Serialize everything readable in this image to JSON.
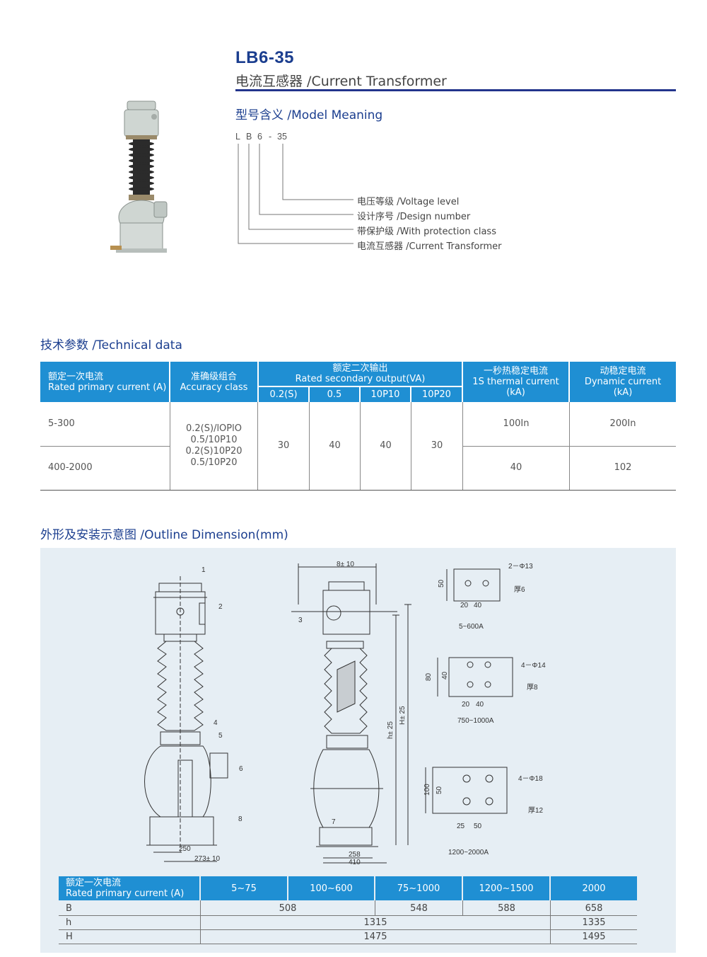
{
  "header": {
    "title": "LB6-35",
    "subtitle": "电流互感器 /Current Transformer"
  },
  "model_meaning": {
    "heading": "型号含义 /Model Meaning",
    "code": [
      "L",
      "B",
      "6",
      "-",
      "35"
    ],
    "items": [
      "电压等级 /Voltage level",
      "设计序号 /Design number",
      "带保护级 /With protection class",
      "电流互感器 /Current Transformer"
    ]
  },
  "technical_data": {
    "heading": "技术参数 /Technical data",
    "headers": {
      "rated_primary": [
        "额定一次电流",
        "Rated primary current (A)"
      ],
      "accuracy": [
        "准确级组合",
        "Accuracy class"
      ],
      "secondary_output": [
        "额定二次输出",
        "Rated secondary output(VA)"
      ],
      "output_classes": [
        "0.2(S)",
        "0.5",
        "10P10",
        "10P20"
      ],
      "thermal": [
        "一秒热稳定电流",
        "1S thermal current",
        "(kA)"
      ],
      "dynamic": [
        "动稳定电流",
        "Dynamic current",
        "(kA)"
      ]
    },
    "rows": [
      {
        "current": "5-300",
        "thermal": "100In",
        "dynamic": "200In"
      },
      {
        "current": "400-2000",
        "thermal": "40",
        "dynamic": "102"
      }
    ],
    "accuracy_values": [
      "0.2(S)/lOPlO",
      "0.5/10P10",
      "0.2(S)10P20",
      "0.5/10P20"
    ],
    "outputs": [
      "30",
      "40",
      "40",
      "30"
    ]
  },
  "outline": {
    "heading": "外形及安装示意图 /Outline Dimension(mm)",
    "labels": {
      "n1": "1",
      "n2": "2",
      "n3": "3",
      "n4": "4",
      "n5": "5",
      "n6": "6",
      "n7": "7",
      "n8": "8",
      "d250": "250",
      "d273": "273± 10",
      "d8": "8± 10",
      "d258": "258",
      "d410": "410",
      "h": "h± 25",
      "H": "H± 25",
      "t1_hole": "2－Φ13",
      "t1_thk": "厚6",
      "t1_50": "50",
      "t1_20": "20",
      "t1_40": "40",
      "t1_cap": "5~600A",
      "t2_hole": "4－Φ14",
      "t2_thk": "厚8",
      "t2_80": "80",
      "t2_40v": "40",
      "t2_20": "20",
      "t2_40": "40",
      "t2_cap": "750~1000A",
      "t3_hole": "4－Φ18",
      "t3_thk": "厚12",
      "t3_100": "100",
      "t3_50v": "50",
      "t3_25": "25",
      "t3_50": "50",
      "t3_cap": "1200~2000A"
    }
  },
  "dimension_table": {
    "header_label": [
      "额定一次电流",
      "Rated primary current (A)"
    ],
    "columns": [
      "5~75",
      "100~600",
      "75~1000",
      "1200~1500",
      "2000"
    ],
    "rows": [
      {
        "name": "B",
        "values": [
          "508",
          "548",
          "588",
          "658"
        ]
      },
      {
        "name": "h",
        "values": [
          "1315",
          "1335"
        ]
      },
      {
        "name": "H",
        "values": [
          "1475",
          "1495"
        ]
      }
    ]
  }
}
